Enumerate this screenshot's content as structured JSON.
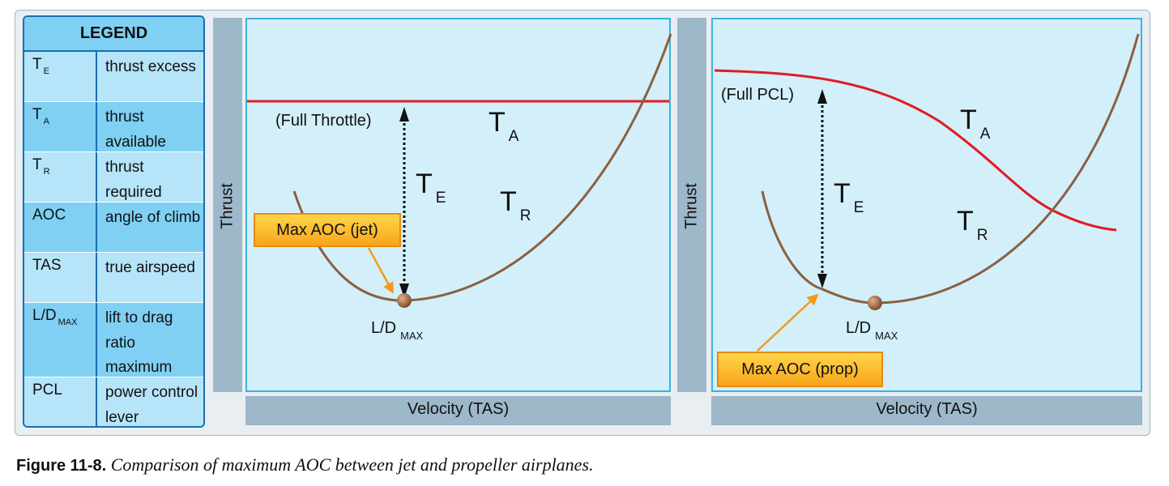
{
  "legend": {
    "title": "LEGEND",
    "rows": [
      {
        "abbr": "T",
        "sub": "E",
        "desc": "thrust excess"
      },
      {
        "abbr": "T",
        "sub": "A",
        "desc": "thrust available"
      },
      {
        "abbr": "T",
        "sub": "R",
        "desc": "thrust required"
      },
      {
        "abbr": "AOC",
        "sub": "",
        "desc": "angle of climb"
      },
      {
        "abbr": "TAS",
        "sub": "",
        "desc": "true airspeed"
      },
      {
        "abbr": "L/D",
        "sub": "MAX",
        "desc": "lift to drag ratio maximum"
      },
      {
        "abbr": "PCL",
        "sub": "",
        "desc": "power control lever"
      }
    ]
  },
  "jet_chart": {
    "y_axis_label": "Thrust",
    "x_axis_label": "Velocity (TAS)",
    "throttle_label": "(Full Throttle)",
    "ta_label": "T",
    "ta_sub": "A",
    "te_label": "T",
    "te_sub": "E",
    "tr_label": "T",
    "tr_sub": "R",
    "ld_label": "L/D",
    "ld_sub": "MAX",
    "callout": "Max AOC (jet)"
  },
  "prop_chart": {
    "y_axis_label": "Thrust",
    "x_axis_label": "Velocity (TAS)",
    "throttle_label": "(Full PCL)",
    "ta_label": "T",
    "ta_sub": "A",
    "te_label": "T",
    "te_sub": "E",
    "tr_label": "T",
    "tr_sub": "R",
    "ld_label": "L/D",
    "ld_sub": "MAX",
    "callout": "Max AOC (prop)"
  },
  "caption": {
    "figure": "Figure 11-8.",
    "text": "Comparison of maximum AOC between jet and propeller airplanes."
  },
  "colors": {
    "thrust_available": "#e01b24",
    "thrust_required": "#8a6042",
    "callout_arrow": "#f39a1e",
    "plot_bg": "#d3eff9",
    "plot_border": "#38b3e0"
  }
}
